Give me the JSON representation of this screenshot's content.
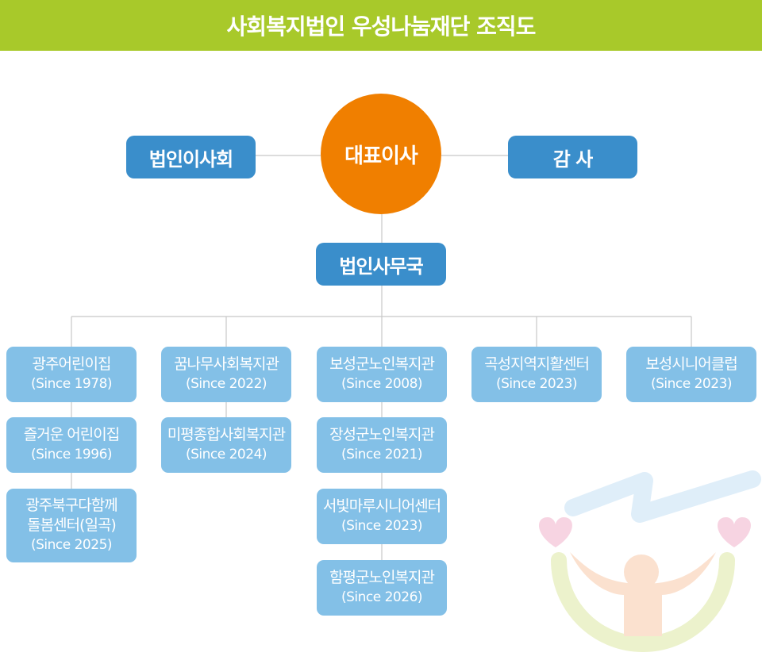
{
  "title": "사회복지법인 우성나눔재단 조직도",
  "colors": {
    "header": "#a8c92a",
    "ceo": "#f07f00",
    "primary_box": "#3a8ecb",
    "facility_box": "#83c0e7",
    "line": "#c8c8c8"
  },
  "ceo": {
    "label": "대표이사"
  },
  "board": {
    "label": "법인이사회"
  },
  "auditor": {
    "label": "감 사"
  },
  "office": {
    "label": "법인사무국"
  },
  "columns": [
    {
      "items": [
        {
          "name": "광주어린이집",
          "since": "(Since 1978)"
        },
        {
          "name": "즐거운 어린이집",
          "since": "(Since 1996)"
        },
        {
          "name_line1": "광주북구다함께",
          "name_line2": "돌봄센터(일곡)",
          "since": "(Since 2025)"
        }
      ]
    },
    {
      "items": [
        {
          "name": "꿈나무사회복지관",
          "since": "(Since 2022)"
        },
        {
          "name": "미평종합사회복지관",
          "since": "(Since 2024)"
        }
      ]
    },
    {
      "items": [
        {
          "name": "보성군노인복지관",
          "since": "(Since 2008)"
        },
        {
          "name": "장성군노인복지관",
          "since": "(Since 2021)"
        },
        {
          "name": "서빛마루시니어센터",
          "since": "(Since 2023)"
        },
        {
          "name": "함평군노인복지관",
          "since": "(Since 2026)"
        }
      ]
    },
    {
      "items": [
        {
          "name": "곡성지역지활센터",
          "since": "(Since 2023)"
        }
      ]
    },
    {
      "items": [
        {
          "name": "보성시니어클럽",
          "since": "(Since 2023)"
        }
      ]
    }
  ],
  "decoration": {
    "icon": "person-with-hearts-logo"
  }
}
